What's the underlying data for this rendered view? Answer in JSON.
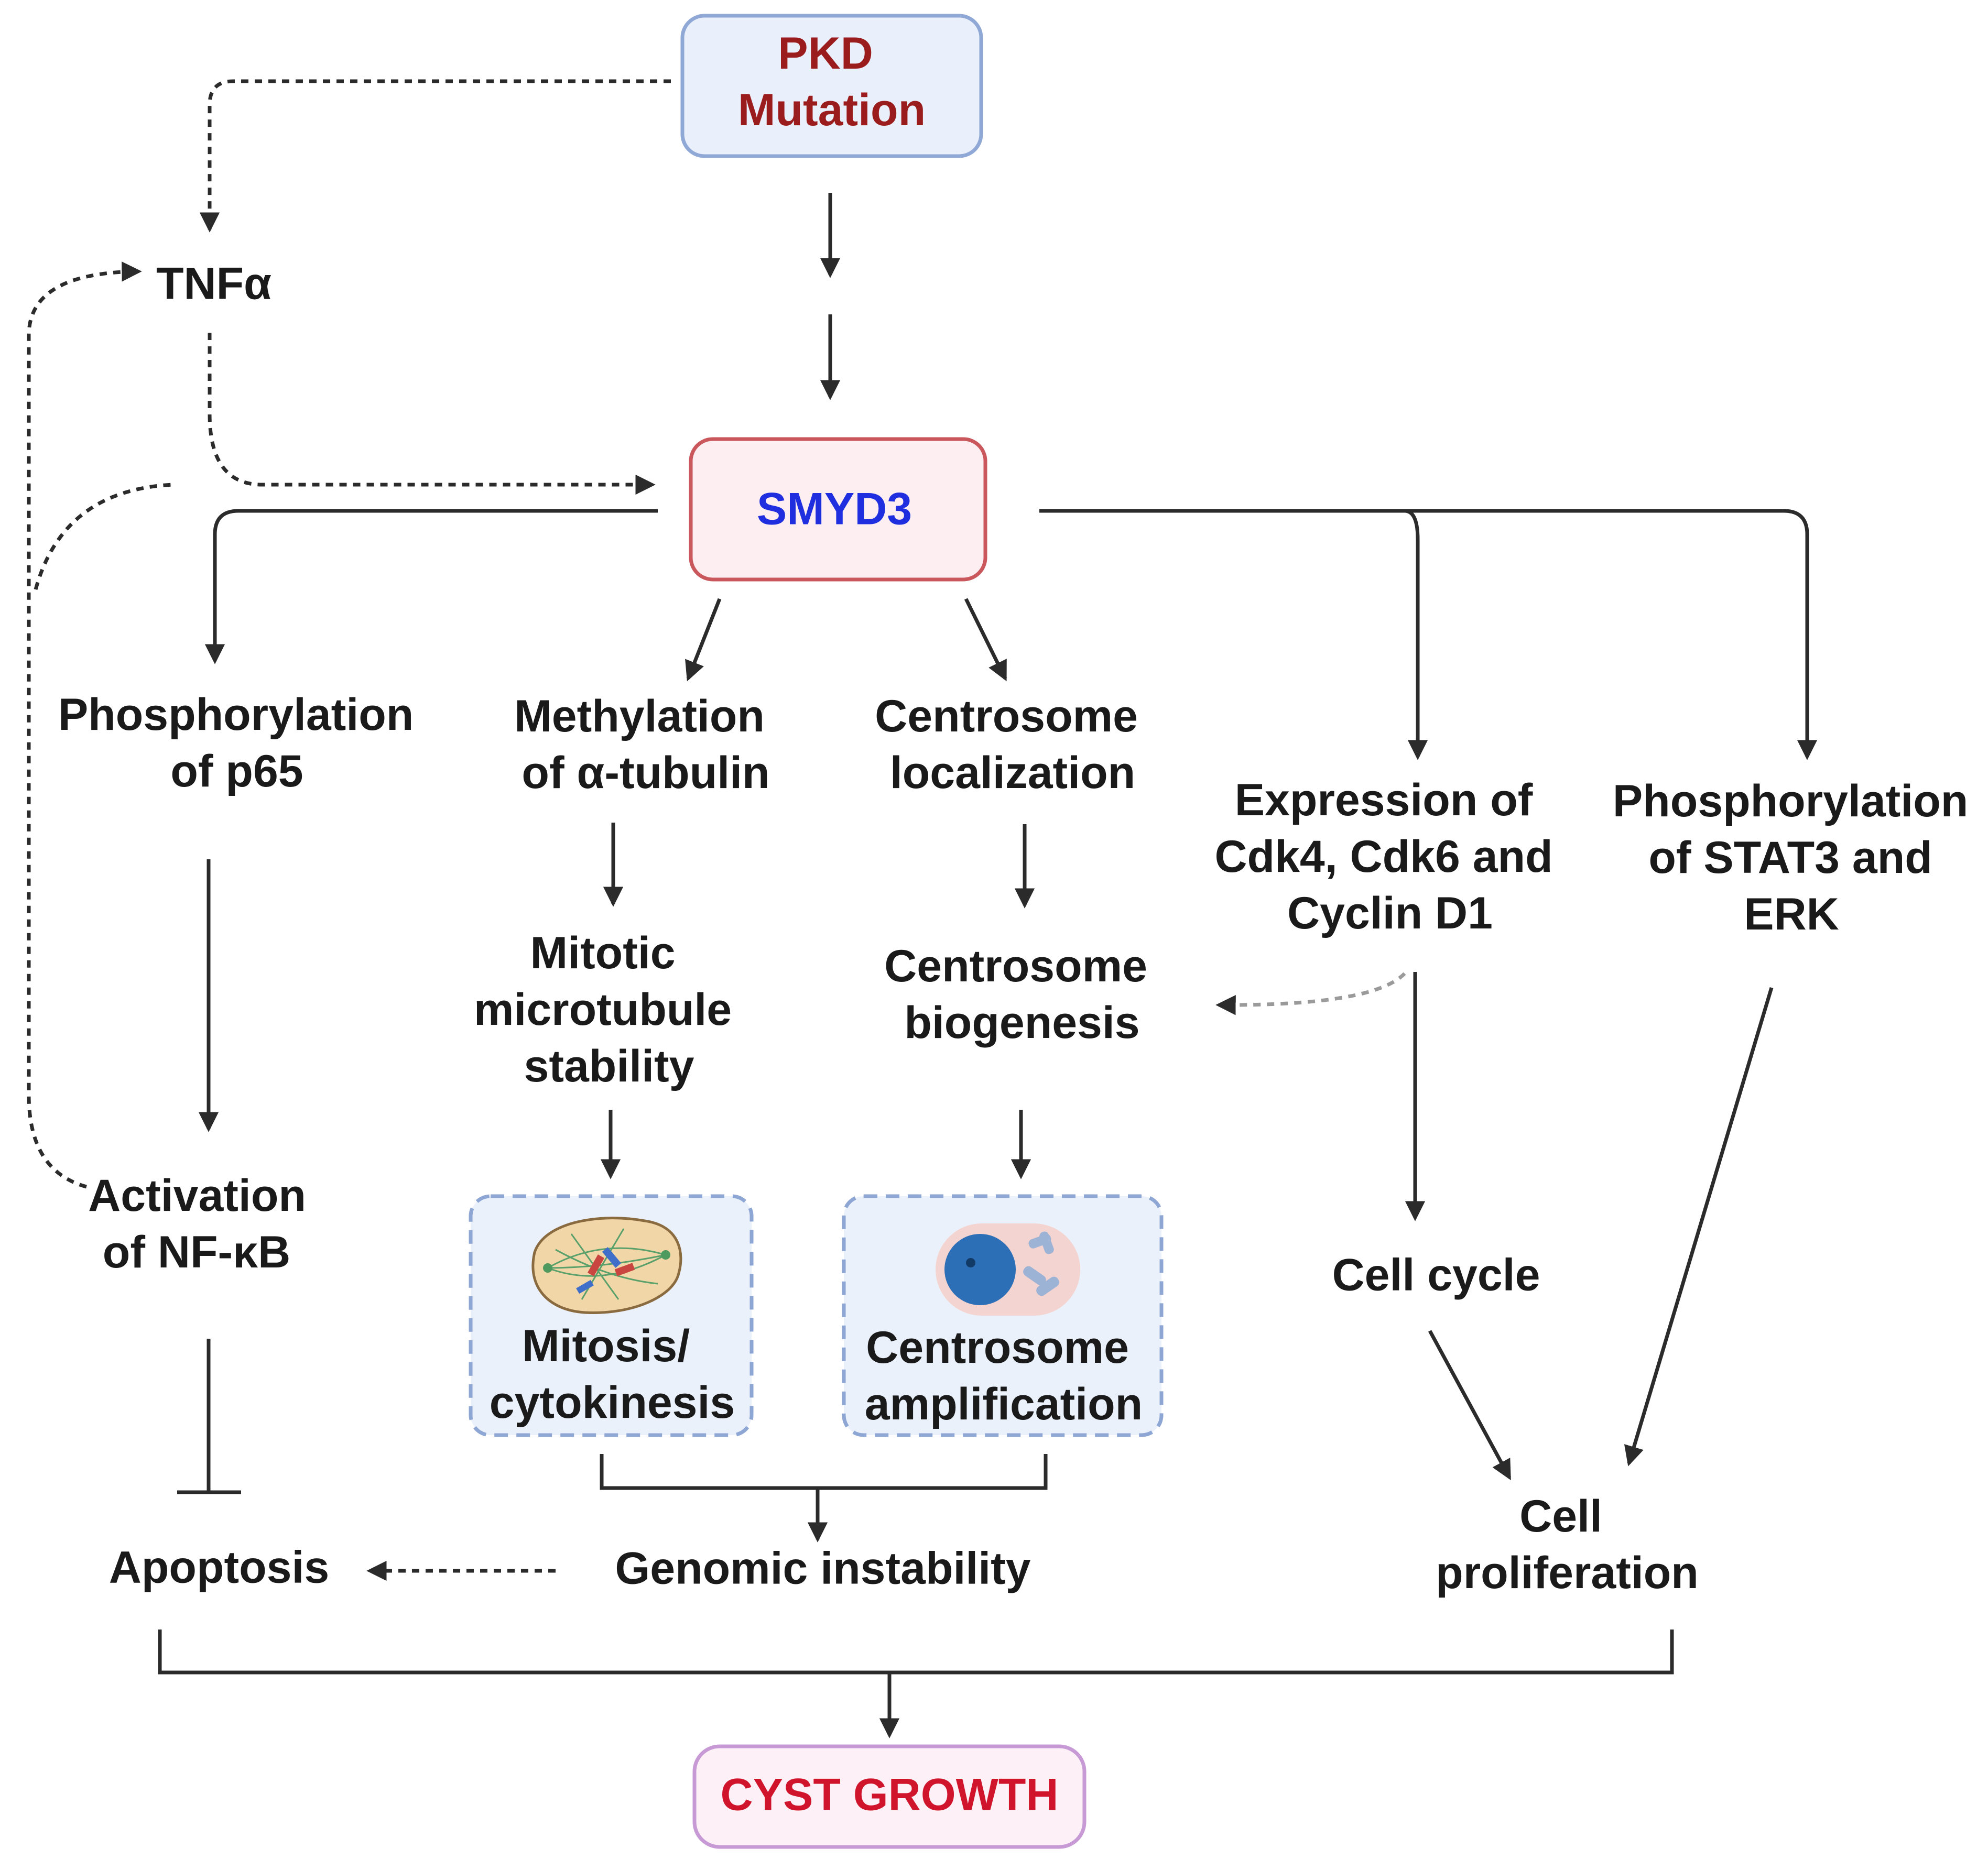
{
  "nodes": {
    "pkd_mutation": [
      "PKD",
      "Mutation"
    ],
    "tnfa": "TNFα",
    "smyd3": "SMYD3",
    "phospho_p65": [
      "Phosphorylation",
      "of p65"
    ],
    "methylation_tubulin": [
      "Methylation",
      "of α-tubulin"
    ],
    "centrosome_localization": [
      "Centrosome",
      "localization"
    ],
    "expression_cdk": [
      "Expression of",
      "Cdk4, Cdk6 and",
      "Cyclin D1"
    ],
    "phospho_stat3": [
      "Phosphorylation",
      "of STAT3 and",
      "ERK"
    ],
    "mitotic_stability": [
      "Mitotic",
      "microtubule",
      "stability"
    ],
    "centrosome_biogenesis": [
      "Centrosome",
      "biogenesis"
    ],
    "activation_nfkb": [
      "Activation",
      "of NF-κB"
    ],
    "mitosis_cytokinesis": [
      "Mitosis/",
      "cytokinesis"
    ],
    "centrosome_amplification": [
      "Centrosome",
      "amplification"
    ],
    "cell_cycle": "Cell cycle",
    "apoptosis": "Apoptosis",
    "genomic_instability": "Genomic instability",
    "cell_proliferation": [
      "Cell",
      "proliferation"
    ],
    "cyst_growth": "CYST GROWTH"
  },
  "colors": {
    "pkd_text": "#9b1c1c",
    "pkd_fill": "#e9f0fb",
    "pkd_border": "#8fa8d6",
    "smyd3_text": "#1f2fe0",
    "smyd3_fill": "#fdeef1",
    "smyd3_border": "#c9575c",
    "cyst_text": "#d0142c",
    "cyst_fill": "#fdf0f6",
    "cyst_border": "#c79ad6",
    "dashed_box_fill": "#eaf1fb",
    "dashed_box_border": "#8da6d4"
  }
}
